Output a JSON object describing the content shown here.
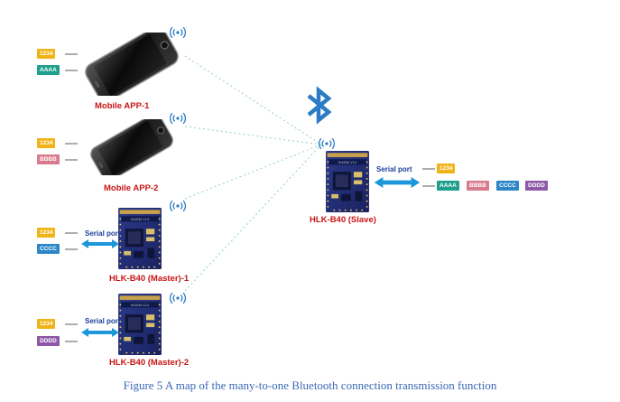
{
  "colors": {
    "box_yellow": "#f0b419",
    "box_teal": "#20a08c",
    "box_pink": "#d87a8c",
    "box_blue": "#2c86c7",
    "box_purple": "#8d58a8",
    "label_red": "#c81414",
    "label_blue": "#1b3f9c",
    "caption_blue": "#3a68b5",
    "bluetooth": "#2b7cc4",
    "serial_arrow": "#1e96dc",
    "dotted_link": "#8fd2c4"
  },
  "icons": {
    "bluetooth": "bluetooth-icon",
    "signal": "wireless-signal-icon",
    "phone": "smartphone-icon",
    "module": "bluetooth-module-icon",
    "serial": "bidirectional-arrow-icon"
  },
  "devices": {
    "app1": {
      "label": "Mobile APP-1",
      "box_top": "1234",
      "box_bottom": "AAAA"
    },
    "app2": {
      "label": "Mobile APP-2",
      "box_top": "1234",
      "box_bottom": "BBBB"
    },
    "master1": {
      "label": "HLK-B40 (Master)-1",
      "serial": "Serial port",
      "box_top": "1234",
      "box_bottom": "CCCC"
    },
    "master2": {
      "label": "HLK-B40 (Master)-2",
      "serial": "Serial port",
      "box_top": "1234",
      "box_bottom": "DDDD"
    },
    "slave": {
      "label": "HLK-B40 (Slave)",
      "serial": "Serial port",
      "box_top": "1234",
      "outputs": [
        "AAAA",
        "BBBB",
        "CCCC",
        "DDDD"
      ]
    }
  },
  "caption": "Figure 5 A map of the many-to-one Bluetooth connection transmission function"
}
